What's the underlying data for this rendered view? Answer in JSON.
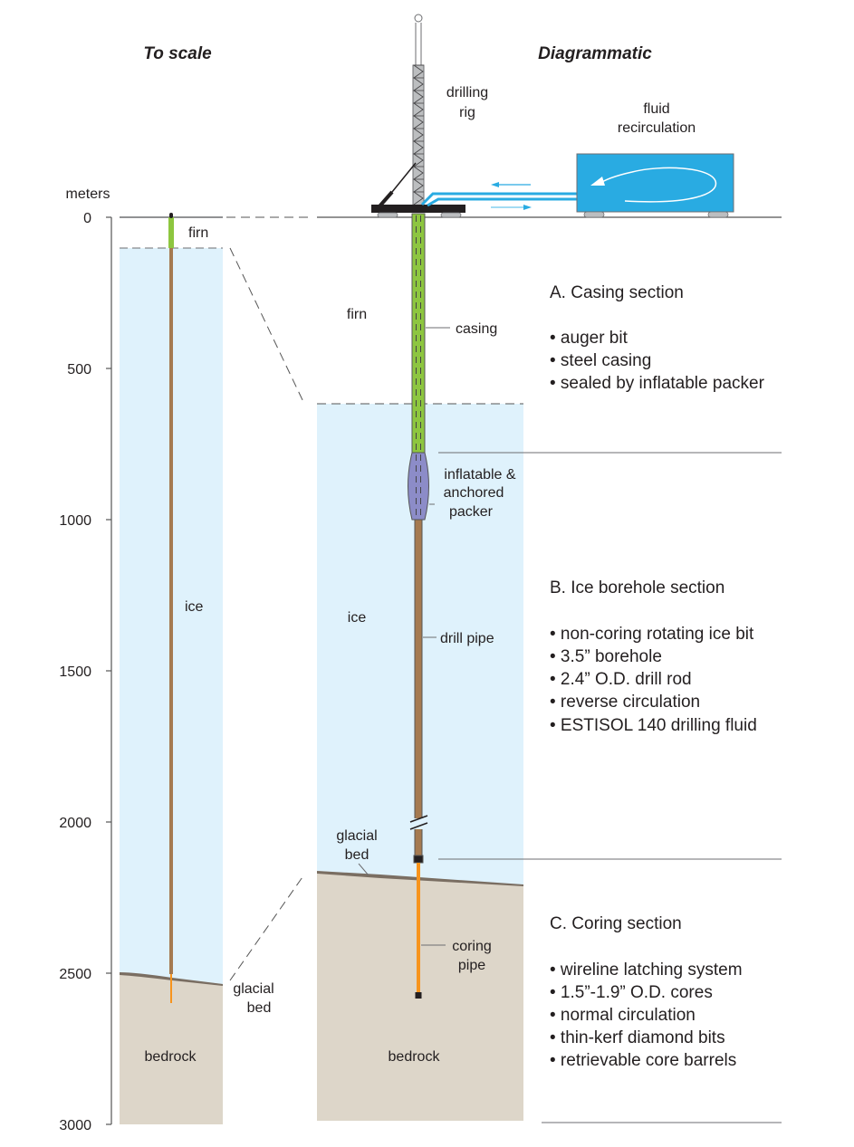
{
  "titles": {
    "left": "To scale",
    "right": "Diagrammatic"
  },
  "axis": {
    "unit_label": "meters",
    "ticks": [
      "0",
      "500",
      "1000",
      "1500",
      "2000",
      "2500",
      "3000"
    ]
  },
  "to_scale": {
    "firn": "firn",
    "ice": "ice",
    "glacial_bed": [
      "glacial",
      "bed"
    ],
    "bedrock": "bedrock"
  },
  "diagrammatic": {
    "drilling_rig": [
      "drilling",
      "rig"
    ],
    "fluid_recirculation": [
      "fluid",
      "recirculation"
    ],
    "firn": "firn",
    "casing": "casing",
    "packer": [
      "inflatable &",
      "anchored",
      "packer"
    ],
    "ice": "ice",
    "drill_pipe": "drill pipe",
    "glacial_bed": [
      "glacial",
      "bed"
    ],
    "coring_pipe": [
      "coring",
      "pipe"
    ],
    "bedrock": "bedrock"
  },
  "sections": [
    {
      "heading": "A. Casing section",
      "bullets": [
        "• auger bit",
        "• steel casing",
        "• sealed by inflatable packer"
      ]
    },
    {
      "heading": "B. Ice borehole section",
      "bullets": [
        "• non-coring rotating ice bit",
        "• 3.5” borehole",
        "• 2.4” O.D. drill rod",
        "• reverse circulation",
        "• ESTISOL 140 drilling fluid"
      ]
    },
    {
      "heading": "C. Coring section",
      "bullets": [
        "• wireline latching system",
        "• 1.5”-1.9” O.D. cores",
        "• normal circulation",
        "• thin-kerf diamond bits",
        "• retrievable core barrels"
      ]
    }
  ],
  "colors": {
    "ice": "#dff2fc",
    "bedrock": "#ddd6c9",
    "bed_line": "#7a6e62",
    "firn_casing": "#8dc63f",
    "drill_pipe": "#a57a50",
    "packer": "#8c8cc8",
    "coring_pipe": "#f7941d",
    "fluid_tank": "#29abe2",
    "fluid_lines": "#29abe2"
  }
}
